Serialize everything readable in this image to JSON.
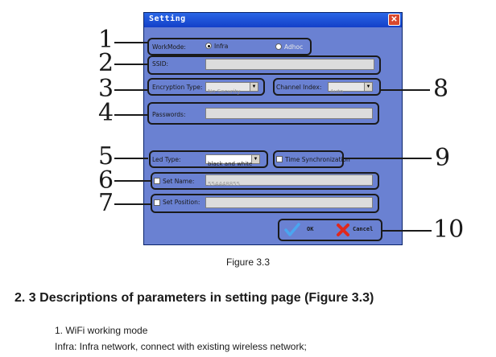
{
  "dialog": {
    "title": "Setting",
    "close_glyph": "✕",
    "workmode": {
      "label": "WorkMode:",
      "option_infra": "Infra",
      "option_adhoc": "Adhoc",
      "selected": "Infra"
    },
    "ssid": {
      "label": "SSID:",
      "value": ""
    },
    "encryption": {
      "label": "Encryption Type:",
      "value": "No Security"
    },
    "channel": {
      "label": "Channel Index:",
      "value": "Auto"
    },
    "passwords": {
      "label": "Passwords:",
      "value": ""
    },
    "led": {
      "label": "Led Type:",
      "value": "black and white"
    },
    "time_sync": {
      "label": "Time Synchronization",
      "checked": false
    },
    "set_name": {
      "label": "Set Name:",
      "value": "554448855",
      "checked": false
    },
    "set_position": {
      "label": "Set Position:",
      "value": "",
      "checked": false
    },
    "ok_label": "OK",
    "cancel_label": "Cancel"
  },
  "callouts": [
    "1",
    "2",
    "3",
    "4",
    "5",
    "6",
    "7",
    "8",
    "9",
    "10"
  ],
  "caption": "Figure 3.3",
  "heading": "2. 3 Descriptions of parameters in setting page (Figure 3.3)",
  "body": [
    "1. WiFi working mode",
    "Infra: Infra network, connect with existing wireless network;"
  ],
  "colors": {
    "dialog_bg": "#6a81d2",
    "titlebar": "#1f55d8",
    "close": "#d9482d"
  },
  "icons": {
    "ok": "checkmark-icon",
    "cancel": "x-mark-icon",
    "close": "close-icon"
  }
}
